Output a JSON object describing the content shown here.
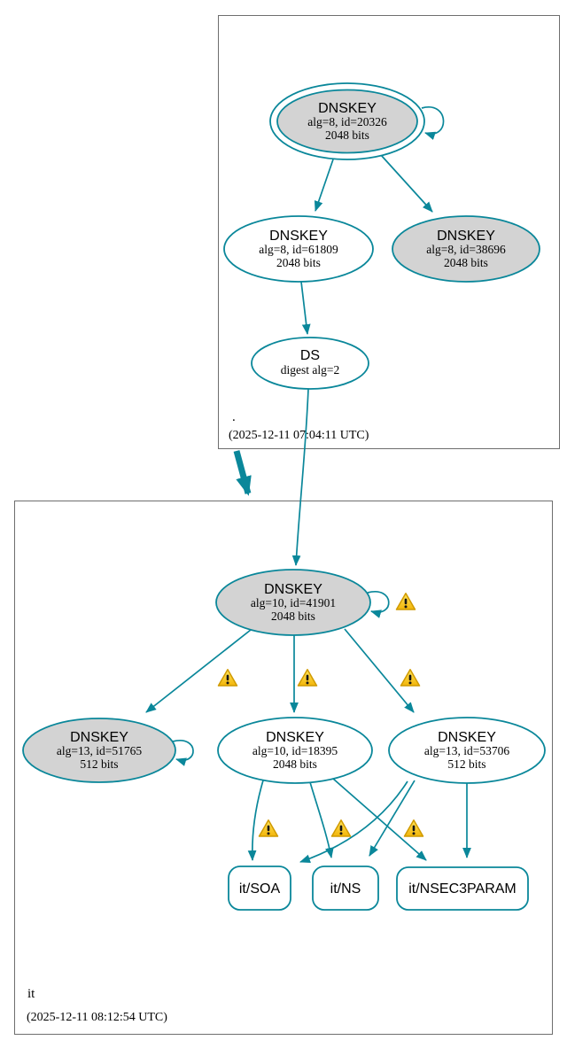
{
  "diagram_type": "dnssec-authentication-graph",
  "colors": {
    "secure_edge_teal": "#0a879a",
    "node_fill_gray": "#d3d3d3",
    "node_fill_white": "#ffffff",
    "warning_yellow": "#f6c81c",
    "cluster_border_gray": "#6e6e6e",
    "text_black": "#000000"
  },
  "icons": {
    "warning": "warning-triangle-icon"
  },
  "clusters": {
    "root": {
      "label": ".",
      "timestamp": "(2025-12-11 07:04:11 UTC)",
      "nodes": {
        "ksk20326": {
          "title": "DNSKEY",
          "detail1": "alg=8, id=20326",
          "detail2": "2048 bits"
        },
        "key61809": {
          "title": "DNSKEY",
          "detail1": "alg=8, id=61809",
          "detail2": "2048 bits"
        },
        "key38696": {
          "title": "DNSKEY",
          "detail1": "alg=8, id=38696",
          "detail2": "2048 bits"
        },
        "ds": {
          "title": "DS",
          "detail1": "digest alg=2"
        }
      }
    },
    "it": {
      "label": "it",
      "timestamp": "(2025-12-11 08:12:54 UTC)",
      "nodes": {
        "ksk41901": {
          "title": "DNSKEY",
          "detail1": "alg=10, id=41901",
          "detail2": "2048 bits"
        },
        "key51765": {
          "title": "DNSKEY",
          "detail1": "alg=13, id=51765",
          "detail2": "512 bits"
        },
        "key18395": {
          "title": "DNSKEY",
          "detail1": "alg=10, id=18395",
          "detail2": "2048 bits"
        },
        "key53706": {
          "title": "DNSKEY",
          "detail1": "alg=13, id=53706",
          "detail2": "512 bits"
        },
        "rrset_soa": {
          "label": "it/SOA"
        },
        "rrset_ns": {
          "label": "it/NS"
        },
        "rrset_nsec3param": {
          "label": "it/NSEC3PARAM"
        }
      }
    }
  }
}
